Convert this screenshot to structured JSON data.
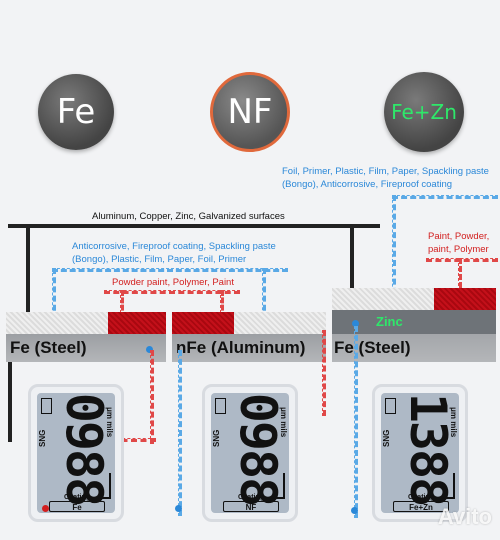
{
  "circles": {
    "fe": "Fe",
    "nf": "NF",
    "fezn": "Fe+Zn"
  },
  "labels": {
    "top_black": "Aluminum, Copper, Zinc, Galvanized surfaces",
    "right_blue_1": "Foil, Primer, Plastic, Film, Paper, Spackling paste",
    "right_blue_2": "(Bongo), Anticorrosive, Fireproof coating",
    "right_red_1": "Paint, Powder,",
    "right_red_2": "paint, Polymer",
    "mid_blue_1": "Anticorrosive, Fireproof coating, Spackling paste",
    "mid_blue_2": "(Bongo), Plastic, Film, Paper, Foil, Primer",
    "mid_red": "Powder paint, Polymer, Paint"
  },
  "plates": {
    "left": "Fe (Steel)",
    "middle": "nFe (Aluminum)",
    "right": "Fe (Steel)",
    "zinc": "Zinc"
  },
  "meters": [
    {
      "digits": "0988",
      "sng": "SNG",
      "units": "μm  mils",
      "coating": "Coating",
      "mode": "Fe"
    },
    {
      "digits": "0988",
      "sng": "SNG",
      "units": "μm  mils",
      "coating": "Coating",
      "mode": "NF"
    },
    {
      "digits": "1388",
      "sng": "SNG",
      "units": "μm  mils",
      "coating": "Coating",
      "mode": "Fe+Zn"
    }
  ],
  "watermark": "Avito",
  "colors": {
    "blue": "#2b88d8",
    "red": "#d21f1f",
    "zinc_green": "#2ee86a",
    "nf_ring": "#e0693c"
  }
}
